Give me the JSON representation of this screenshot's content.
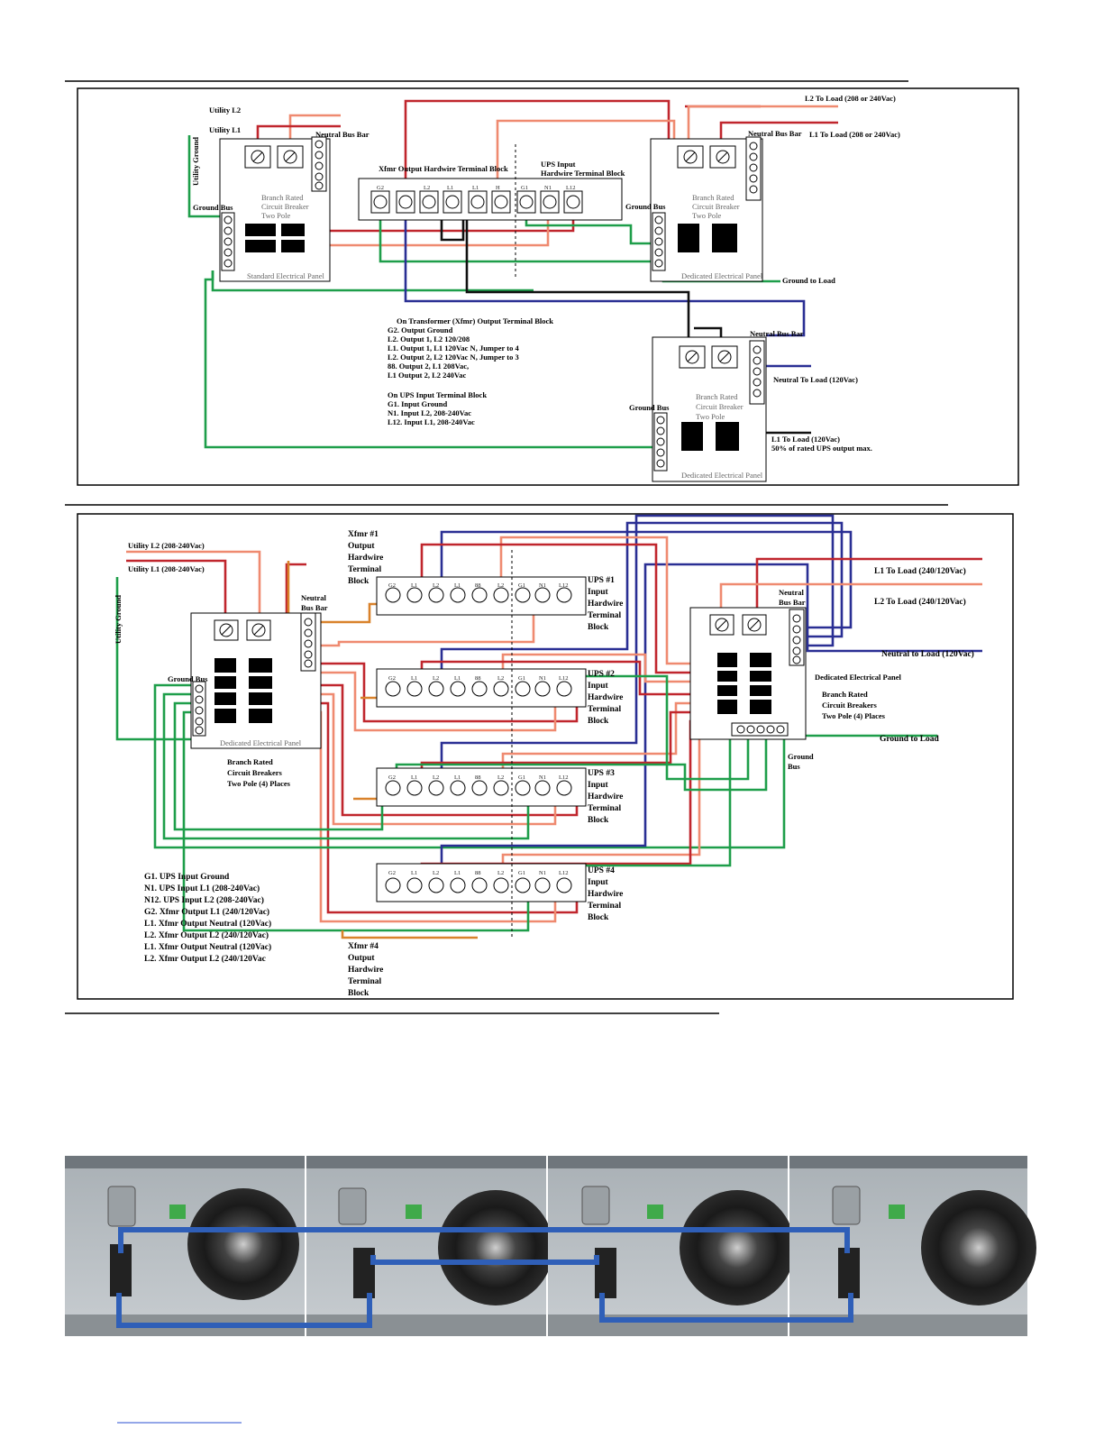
{
  "colors": {
    "line": "#c0262d",
    "line2": "#ef8a70",
    "ground": "#1e9e4a",
    "neutral": "#2a2f94",
    "jumper": "#111111",
    "photo_wire": "#2f5fb8"
  },
  "diagram1": {
    "utility_l2": "Utility L2",
    "utility_l1": "Utility L1",
    "utility_ground": "Utility Ground",
    "neutral_bus_bar": "Neutral Bus Bar",
    "ground_bus": "Ground Bus",
    "branch_rated": "Branch Rated",
    "circuit_breaker": "Circuit Breaker",
    "two_pole": "Two Pole",
    "standard_panel": "Standard Electrical Panel",
    "dedicated_panel": "Dedicated Electrical Panel",
    "xfmr_block": "Xfmr Output Hardwire Terminal Block",
    "ups_block_1": "UPS Input",
    "ups_block_2": "Hardwire Terminal Block",
    "terminals": [
      "G2",
      "L2",
      "L1",
      "L1",
      "H",
      "G1",
      "N1",
      "L12"
    ],
    "l2_load": "L2 To Load (208 or 240Vac)",
    "l1_load": "L1 To Load (208 or 240Vac)",
    "ground_to_load": "Ground to Load",
    "neutral_to_load": "Neutral To Load (120Vac)",
    "l1_to_load_120": "L1 To Load (120Vac)",
    "ups_max": "50% of rated UPS output max.",
    "notes": [
      "On Transformer (Xfmr) Output Terminal Block",
      "G2. Output Ground",
      "L2. Output 1, L2 120/208",
      "L1. Output 1, L1 120Vac N, Jumper to 4",
      "L2. Output 2, L2 120Vac N, Jumper to 3",
      "88. Output 2, L1 208Vac,",
      "L1  Output 2, L2 240Vac",
      "",
      "On UPS Input Terminal Block",
      "G1. Input Ground",
      "N1. Input L2, 208-240Vac",
      "L12. Input L1, 208-240Vac"
    ]
  },
  "diagram2": {
    "utility_l2": "Utility L2 (208-240Vac)",
    "utility_l1": "Utility L1 (208-240Vac)",
    "utility_ground": "Utility Ground",
    "neutral": "Neutral",
    "bus_bar": "Bus Bar",
    "ground_bus": "Ground Bus",
    "ground": "Ground",
    "bus": "Bus",
    "dedicated_panel_left": "Dedicated  Electrical Panel",
    "dedicated_panel_right": "Dedicated Electrical Panel",
    "branch": [
      "Branch Rated",
      "Circuit Breakers",
      "Two Pole (4) Places"
    ],
    "xfmr1": [
      "Xfmr #1",
      "Output",
      "Hardwire",
      "Terminal",
      "Block"
    ],
    "xfmr4": [
      "Xfmr #4",
      "Output",
      "Hardwire",
      "Terminal",
      "Block"
    ],
    "ups1": [
      "UPS #1",
      "Input",
      "Hardwire",
      "Terminal",
      "Block"
    ],
    "ups2": [
      "UPS #2",
      "Input",
      "Hardwire",
      "Terminal",
      "Block"
    ],
    "ups3": [
      "UPS #3",
      "Input",
      "Hardwire",
      "Terminal",
      "Block"
    ],
    "ups4": [
      "UPS #4",
      "Input",
      "Hardwire",
      "Terminal",
      "Block"
    ],
    "terminals": [
      "G2",
      "L1",
      "L2",
      "L1",
      "88",
      "L2",
      "G1",
      "N1",
      "L12"
    ],
    "l1_load": "L1 To Load (240/120Vac)",
    "l2_load": "L2 To Load (240/120Vac)",
    "neutral_load": "Neutral to Load (120Vac)",
    "ground_load": "Ground to Load",
    "legend": [
      "G1. UPS Input Ground",
      "N1. UPS Input L1 (208-240Vac)",
      "N12. UPS Input L2 (208-240Vac)",
      "G2. Xfmr Output L1 (240/120Vac)",
      "L1. Xfmr Output Neutral (120Vac)",
      "L2. Xfmr Output L2 (240/120Vac)",
      "L1. Xfmr Output Neutral (120Vac)",
      "L2. Xfmr Output L2 (240/120Vac"
    ]
  }
}
